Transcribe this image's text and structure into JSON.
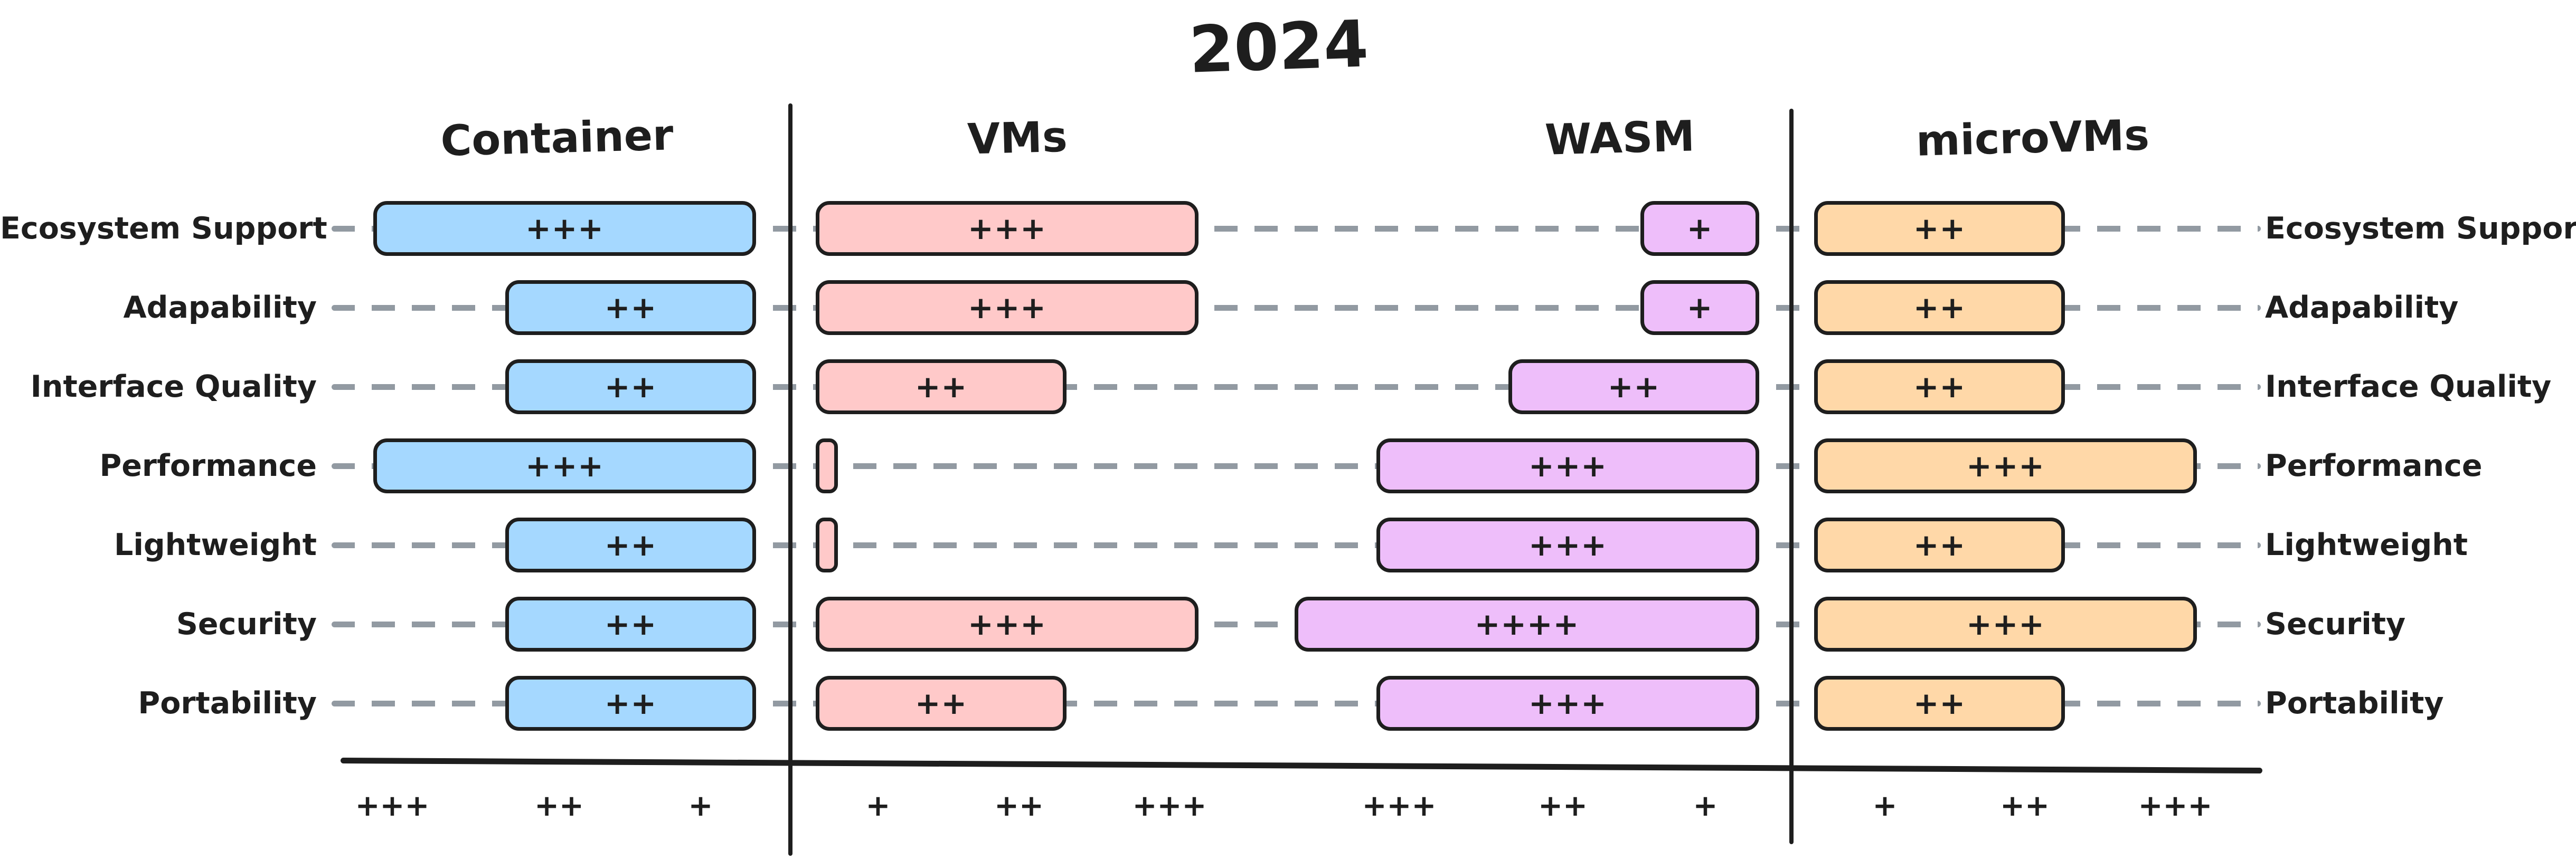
{
  "title": "2024",
  "rows": [
    "Ecosystem Support",
    "Adapability",
    "Interface Quality",
    "Performance",
    "Lightweight",
    "Security",
    "Portability"
  ],
  "columns": [
    {
      "name": "Container",
      "fill": "#a5d8ff",
      "axis_ticks": [
        "+++",
        "++",
        "+"
      ]
    },
    {
      "name": "VMs",
      "fill": "#ffc9c9",
      "axis_ticks": [
        "+",
        "++",
        "+++"
      ]
    },
    {
      "name": "WASM",
      "fill": "#eebefa",
      "axis_ticks": [
        "+++",
        "++",
        "+"
      ]
    },
    {
      "name": "microVMs",
      "fill": "#ffd8a8",
      "axis_ticks": [
        "+",
        "++",
        "+++"
      ]
    }
  ],
  "colors": {
    "stroke": "#1e1e1e",
    "dash": "#929aa2",
    "background": "#ffffff"
  },
  "chart_data": {
    "type": "bar",
    "orientation": "horizontal",
    "title": "2024",
    "categories": [
      "Ecosystem Support",
      "Adapability",
      "Interface Quality",
      "Performance",
      "Lightweight",
      "Security",
      "Portability"
    ],
    "rating_scale": [
      "+",
      "++",
      "+++",
      "++++"
    ],
    "series": [
      {
        "name": "Container",
        "ratings": [
          "+++",
          "++",
          "++",
          "+++",
          "++",
          "++",
          "++"
        ],
        "values": [
          3,
          2,
          2,
          3,
          2,
          2,
          2
        ],
        "bar_direction": "extends-left"
      },
      {
        "name": "VMs",
        "ratings": [
          "+++",
          "+++",
          "++",
          "",
          "",
          "+++",
          "++"
        ],
        "values": [
          3,
          3,
          2,
          0.2,
          0.2,
          3,
          2
        ],
        "bar_direction": "extends-right"
      },
      {
        "name": "WASM",
        "ratings": [
          "+",
          "+",
          "++",
          "+++",
          "+++",
          "++++",
          "+++"
        ],
        "values": [
          1,
          1,
          2,
          3,
          3,
          4,
          3
        ],
        "bar_direction": "extends-left"
      },
      {
        "name": "microVMs",
        "ratings": [
          "++",
          "++",
          "++",
          "+++",
          "++",
          "+++",
          "++"
        ],
        "values": [
          2,
          2,
          2,
          3,
          2,
          3,
          2
        ],
        "bar_direction": "extends-right"
      }
    ],
    "axis_tick_labels": {
      "Container": [
        "+++",
        "++",
        "+"
      ],
      "VMs": [
        "+",
        "++",
        "+++"
      ],
      "WASM": [
        "+++",
        "++",
        "+"
      ],
      "microVMs": [
        "+",
        "++",
        "+++"
      ]
    },
    "grid": "dashed horizontal guide line per category",
    "legend_position": "none",
    "row_labels_shown": "both-sides"
  }
}
